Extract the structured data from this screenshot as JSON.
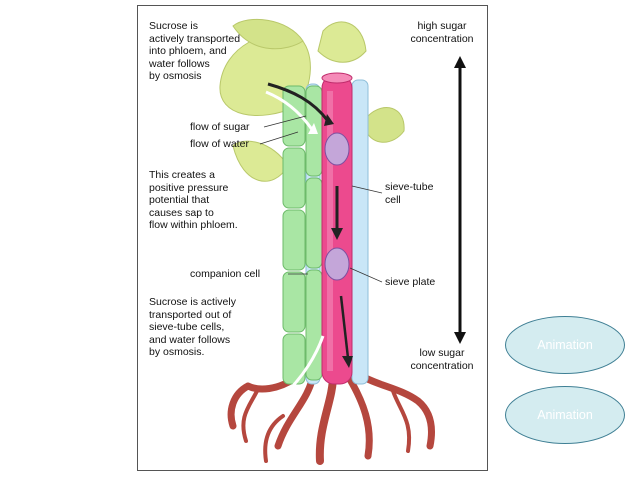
{
  "figure": {
    "text_top_left": "Sucrose is\nactively transported\ninto phloem, and\nwater follows\nby osmosis",
    "text_middle_left": "This creates a\npositive pressure\npotential that\ncauses sap to\nflow within phloem.",
    "text_bottom_left": "Sucrose is actively\ntransported out of\nsieve-tube cells,\nand water follows\nby osmosis.",
    "label_flow_sugar": "flow of sugar",
    "label_flow_water": "flow of water",
    "label_sieve_tube": "sieve-tube\ncell",
    "label_companion": "companion cell",
    "label_sieve_plate": "sieve plate",
    "label_high": "high sugar\nconcentration",
    "label_low": "low sugar\nconcentration"
  },
  "buttons": [
    {
      "label": "Animation"
    },
    {
      "label": "Animation"
    }
  ],
  "colors": {
    "sieve_tube": "#ec4a8e",
    "companion": "#a9e6a4",
    "xylem": "#c9e6f7",
    "leaf": "#dcea95",
    "root": "#b5473e",
    "button_fill": "#d4ecf0",
    "button_border": "#3f7f94"
  }
}
